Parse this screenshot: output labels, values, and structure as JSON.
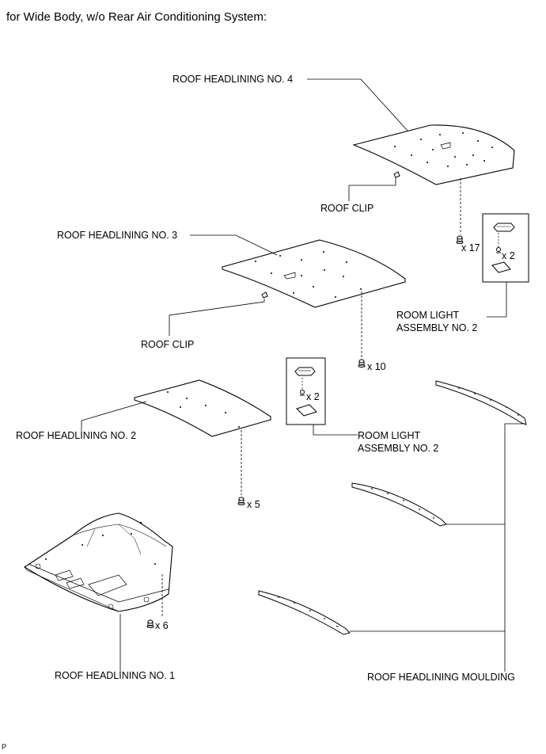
{
  "heading": "for Wide Body, w/o Rear Air Conditioning System:",
  "labels": {
    "roof_headlining_no4": "ROOF HEADLINING NO. 4",
    "roof_clip_upper": "ROOF CLIP",
    "roof_headlining_no3": "ROOF HEADLINING NO. 3",
    "roof_clip_lower": "ROOF CLIP",
    "room_light_right_line1": "ROOM LIGHT",
    "room_light_right_line2": "ASSEMBLY NO. 2",
    "room_light_center_line1": "ROOM LIGHT",
    "room_light_center_line2": "ASSEMBLY NO. 2",
    "roof_headlining_no2": "ROOF HEADLINING NO. 2",
    "roof_headlining_no1": "ROOF HEADLINING NO. 1",
    "roof_headlining_moulding": "ROOF HEADLINING MOULDING"
  },
  "counts": {
    "clip_x17": "x 17",
    "clip_x10": "x 10",
    "clip_x5": "x 5",
    "clip_x6": "x 6",
    "light_right_x2": "x 2",
    "light_center_x2": "x 2"
  },
  "corner_mark": "P"
}
